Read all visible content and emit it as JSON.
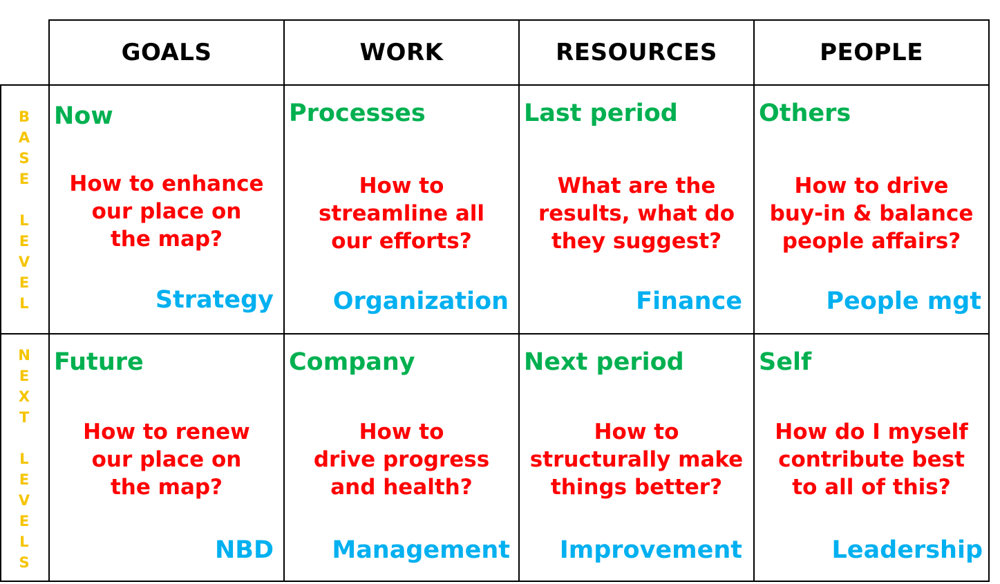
{
  "columns": [
    "GOALS",
    "WORK",
    "RESOURCES",
    "PEOPLE"
  ],
  "row_labels": [
    [
      "B",
      "A",
      "S",
      "E",
      "",
      "L",
      "E",
      "V",
      "E",
      "L"
    ],
    [
      "N",
      "E",
      "X",
      "T",
      "",
      "L",
      "E",
      "V",
      "E",
      "L",
      "S"
    ]
  ],
  "cells": [
    [
      {
        "topic": "Now",
        "question": "How to enhance\nour place on\nthe map?",
        "area": "Strategy"
      },
      {
        "topic": "Processes",
        "question": "How to\nstreamline all\nour efforts?",
        "area": "Organization"
      },
      {
        "topic": "Last period",
        "question": "What are the\nresults, what do\nthey suggest?",
        "area": "Finance"
      },
      {
        "topic": "Others",
        "question": "How to drive\nbuy-in & balance\npeople affairs?",
        "area": "People mgt"
      }
    ],
    [
      {
        "topic": "Future",
        "question": "How to renew\nour place on\nthe map?",
        "area": "NBD"
      },
      {
        "topic": "Company",
        "question": "How to\ndrive progress\nand health?",
        "area": "Management"
      },
      {
        "topic": "Next period",
        "question": "How to\nstructurally make\nthings better?",
        "area": "Improvement"
      },
      {
        "topic": "Self",
        "question": "How do I myself\ncontribute best\nto all of this?",
        "area": "Leadership"
      }
    ]
  ],
  "colors": {
    "topic": "#00b050",
    "question": "#ff0000",
    "area": "#00b0f0",
    "row_label": "#f5c400"
  }
}
